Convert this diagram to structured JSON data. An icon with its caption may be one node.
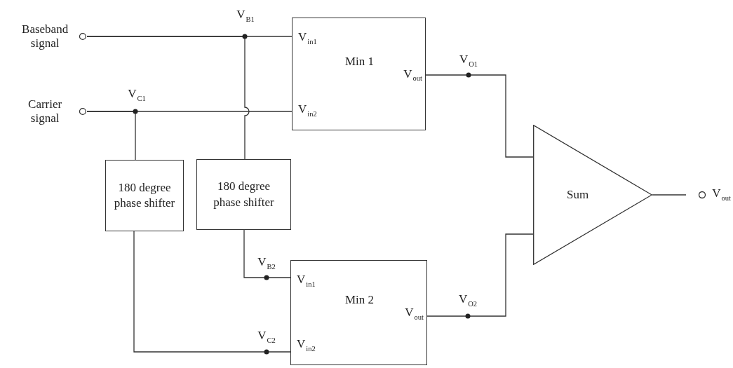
{
  "diagram": {
    "nodes": [
      {
        "text": [
          "Baseband signal"
        ]
      },
      {
        "text": [
          "Carrier signal"
        ]
      },
      {
        "text": [
          "V$_{in1}$",
          "Min 1",
          "V$_{out}$",
          "V$_{in2}$"
        ]
      },
      {
        "text": [
          "180 degree phase shifter"
        ]
      },
      {
        "text": [
          "180 degree phase shifter"
        ]
      },
      {
        "text": [
          "V$_{in1}$",
          "Min 2",
          "V$_{out}$",
          "V$_{in2}$"
        ]
      },
      {
        "text": [
          "Sum"
        ]
      },
      {
        "text": [
          "V$_{out}$"
        ]
      }
    ],
    "edges": [
      {
        "from": 0,
        "to": 2,
        "arrow": "none",
        "label": "V$_{B1}$"
      },
      {
        "from": 0,
        "to": 4,
        "arrow": "none"
      },
      {
        "from": 1,
        "to": 2,
        "arrow": "none",
        "label": "V$_{C1}$"
      },
      {
        "from": 1,
        "to": 3,
        "arrow": "none"
      },
      {
        "from": 2,
        "to": 6,
        "arrow": "none",
        "label": "V$_{O1}$"
      },
      {
        "from": 4,
        "to": 5,
        "arrow": "none",
        "label": "V$_{B2}$"
      },
      {
        "from": 3,
        "to": 5,
        "arrow": "none",
        "label": "V$_{C2}$"
      },
      {
        "from": 5,
        "to": 6,
        "arrow": "none",
        "label": "V$_{O2}$"
      },
      {
        "from": 6,
        "to": 7,
        "arrow": "none"
      }
    ]
  }
}
